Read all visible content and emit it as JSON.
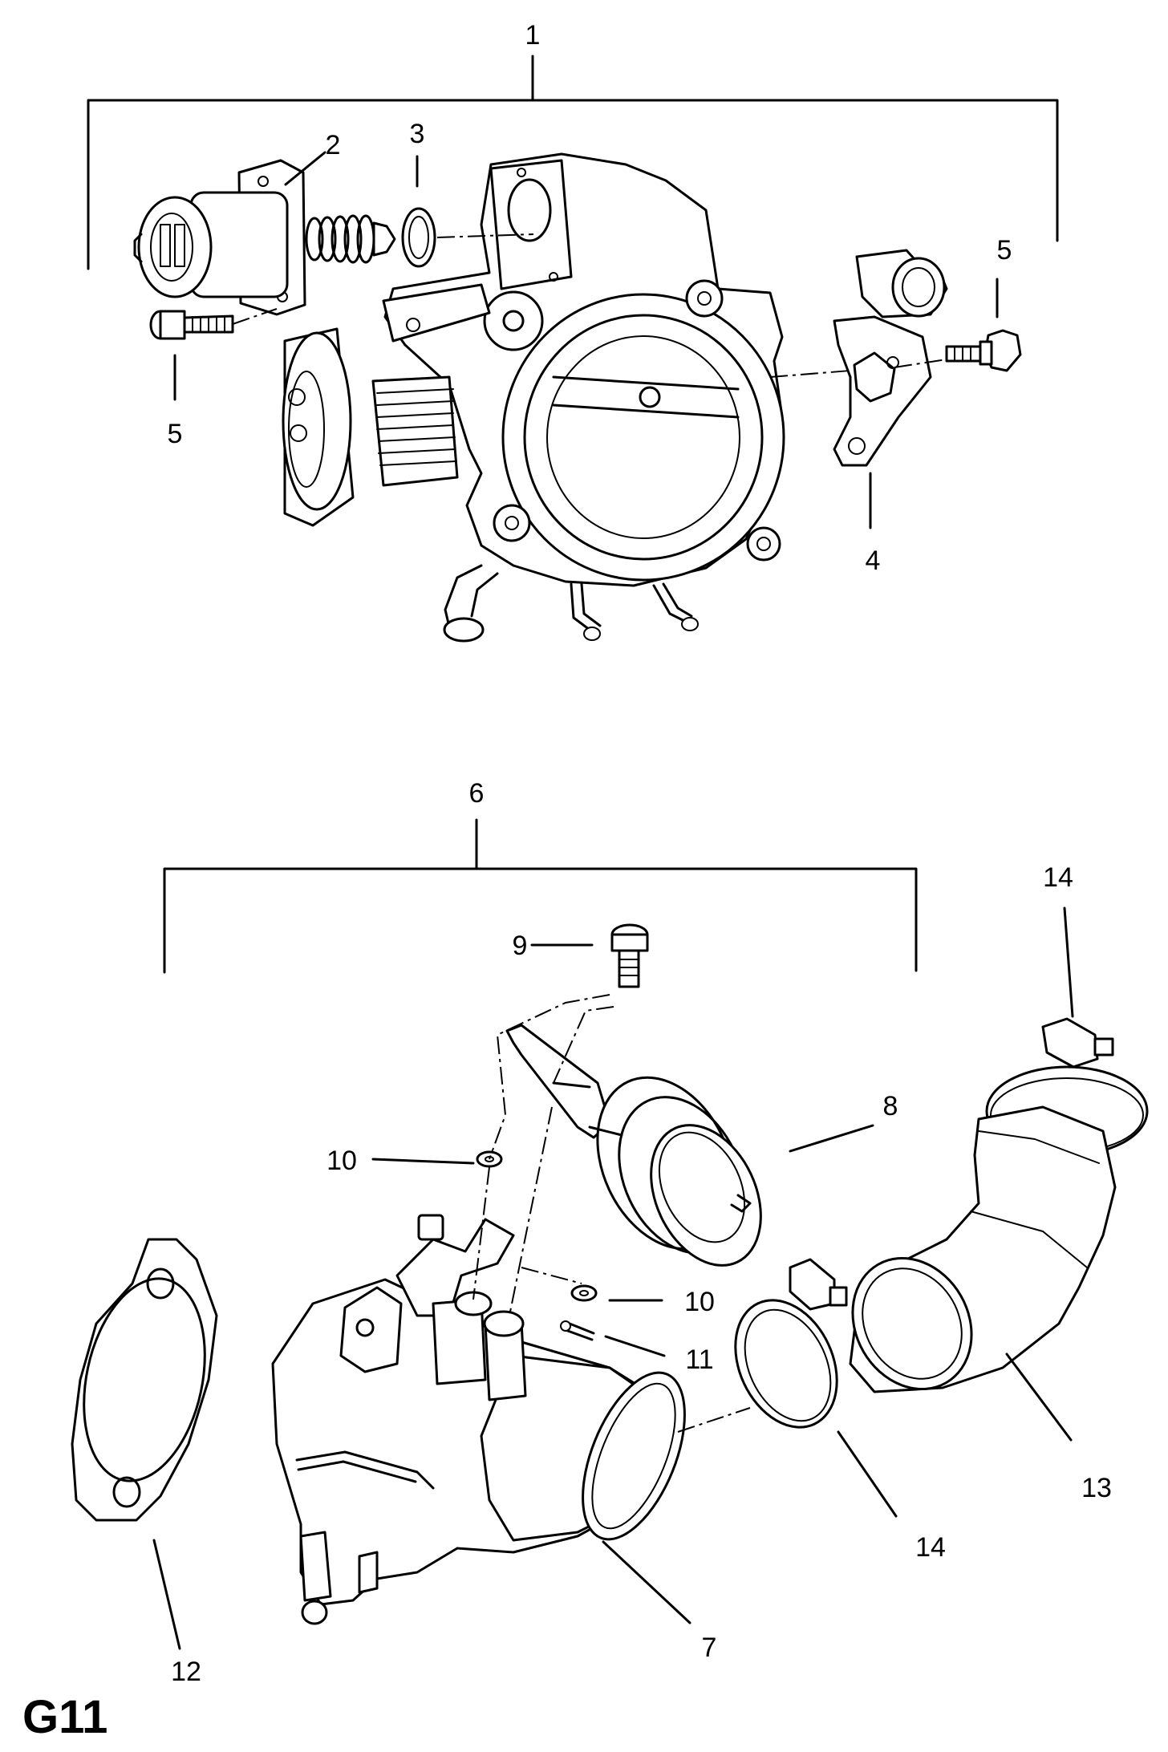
{
  "page_code": "G11",
  "callouts": [
    {
      "id": "c1",
      "text": "1"
    },
    {
      "id": "c2",
      "text": "2"
    },
    {
      "id": "c3",
      "text": "3"
    },
    {
      "id": "c4",
      "text": "4"
    },
    {
      "id": "c5a",
      "text": "5"
    },
    {
      "id": "c5b",
      "text": "5"
    },
    {
      "id": "c6",
      "text": "6"
    },
    {
      "id": "c7",
      "text": "7"
    },
    {
      "id": "c8",
      "text": "8"
    },
    {
      "id": "c9",
      "text": "9"
    },
    {
      "id": "c10a",
      "text": "10"
    },
    {
      "id": "c10b",
      "text": "10"
    },
    {
      "id": "c11",
      "text": "11"
    },
    {
      "id": "c12",
      "text": "12"
    },
    {
      "id": "c13",
      "text": "13"
    },
    {
      "id": "c14a",
      "text": "14"
    },
    {
      "id": "c14b",
      "text": "14"
    }
  ]
}
